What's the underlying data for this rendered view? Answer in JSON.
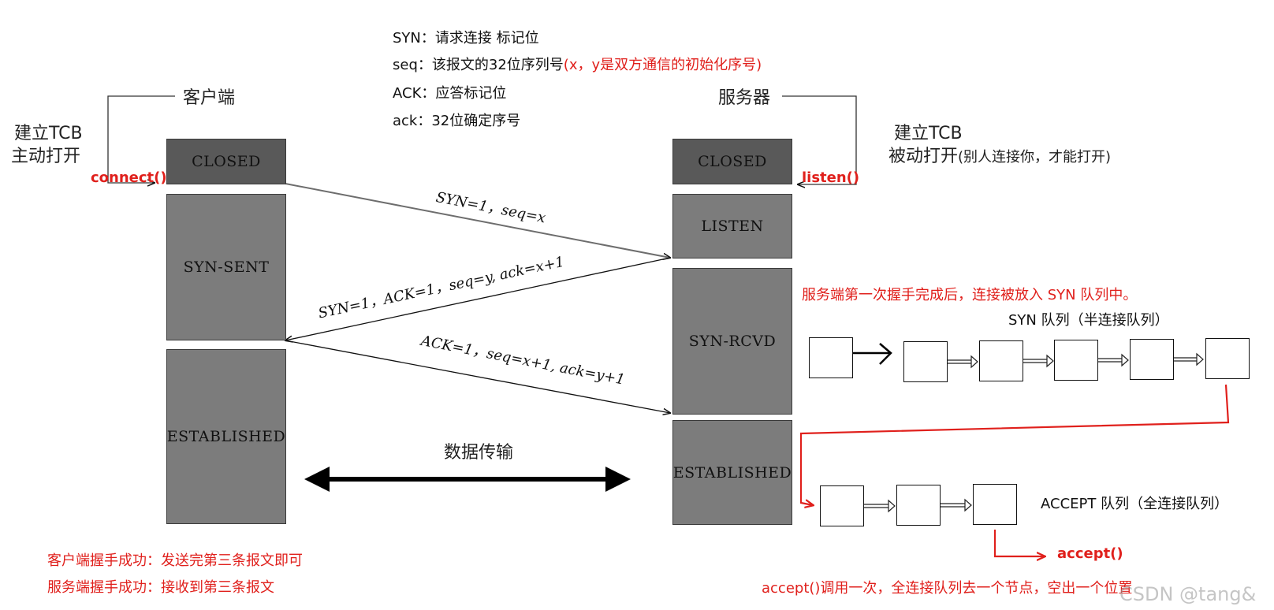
{
  "legend": {
    "syn": "SYN：请求连接 标记位",
    "seq": "seq：该报文的32位序列号",
    "seq_note": "(x，y是双方通信的初始化序号)",
    "ack_flag": "ACK：应答标记位",
    "ack_num": "ack：32位确定序号"
  },
  "client": {
    "title": "客户端",
    "tcb_line1": "建立TCB",
    "tcb_line2": "主动打开",
    "call": "connect()",
    "states": [
      "CLOSED",
      "SYN-SENT",
      "ESTABLISHED"
    ]
  },
  "server": {
    "title": "服务器",
    "tcb_line1": "建立TCB",
    "tcb_line2": "被动打开",
    "tcb_note": "(别人连接你，才能打开)",
    "call": "listen()",
    "states": [
      "CLOSED",
      "LISTEN",
      "SYN-RCVD",
      "ESTABLISHED"
    ]
  },
  "messages": {
    "m1": "SYN=1，seq=x",
    "m2": "SYN=1，ACK=1，seq=y, ack=x+1",
    "m3": "ACK=1，seq=x+1, ack=y+1",
    "data_transfer": "数据传输"
  },
  "queues": {
    "syn_note": "服务端第一次握手完成后，连接被放入 SYN 队列中。",
    "syn_label": "SYN 队列（半连接队列）",
    "accept_label": "ACCEPT 队列（全连接队列）",
    "accept_call": "accept()",
    "accept_note": "accept()调用一次，全连接队列去一个节点，空出一个位置",
    "syn_node_count": 6,
    "accept_node_count": 3
  },
  "notes": {
    "client_success": "客户端握手成功：发送完第三条报文即可",
    "server_success": "服务端握手成功：接收到第三条报文"
  },
  "watermark": "CSDN @tang&",
  "colors": {
    "red": "#e0201c",
    "dark_state": "#595959",
    "state": "#7c7c7c"
  }
}
